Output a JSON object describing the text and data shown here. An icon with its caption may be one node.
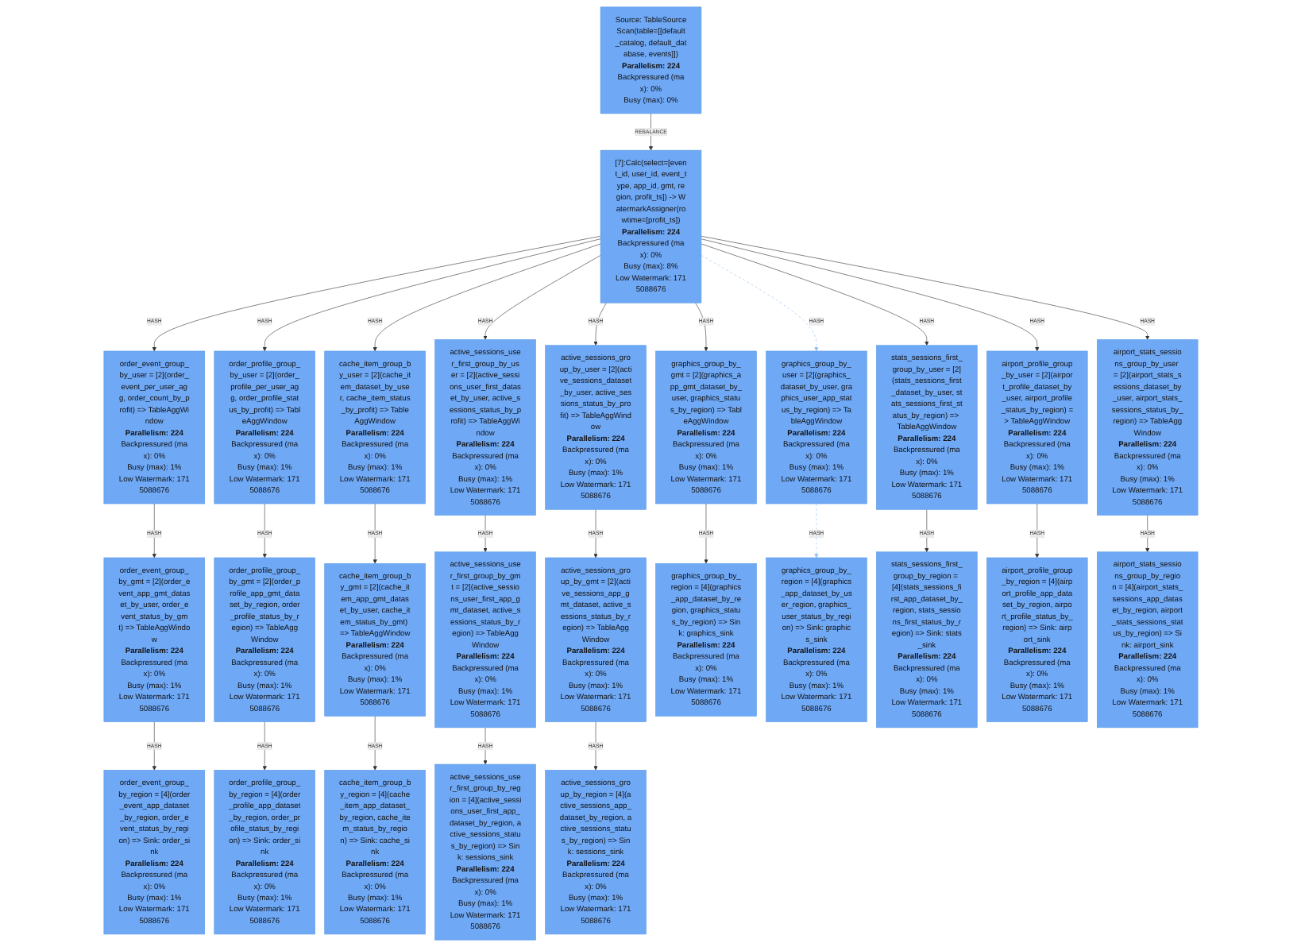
{
  "diagram": {
    "nodes": [
      {
        "text": [
          "Source: TableSourceScan(table=[[default_catalog, default_database, events]])",
          "Parallelism: 224",
          "Backpressured (max): 0%",
          "Busy (max): 0%"
        ]
      },
      {
        "text": [
          "[7]:Calc(select=[event_id, user_id, event_type, app_id, gmt, region, profit_ts]) -> WatermarkAssigner(rowtime=[profit_ts])",
          "Parallelism: 224",
          "Backpressured (max): 0%",
          "Busy (max): 8%",
          "Low Watermark: 1715088676"
        ]
      },
      {
        "text": [
          "order_event_group_by_user = [2](order_event_per_user_agg, order_count_by_profit) => TableAggWindow",
          "Parallelism: 224",
          "Backpressured (max): 0%",
          "Busy (max): 1%",
          "Low Watermark: 1715088676"
        ]
      },
      {
        "text": [
          "order_profile_group_by_user = [2](order_profile_per_user_agg, order_profile_status_by_profit) => TableAggWindow",
          "Parallelism: 224",
          "Backpressured (max): 0%",
          "Busy (max): 1%",
          "Low Watermark: 1715088676"
        ]
      },
      {
        "text": [
          "cache_item_group_by_user = [2](cache_item_dataset_by_user, cache_item_status_by_profit) => TableAggWindow",
          "Parallelism: 224",
          "Backpressured (max): 0%",
          "Busy (max): 1%",
          "Low Watermark: 1715088676"
        ]
      },
      {
        "text": [
          "active_sessions_user_first_group_by_user = [2](active_sessions_user_first_dataset_by_user, active_sessions_status_by_profit) => TableAggWindow",
          "Parallelism: 224",
          "Backpressured (max): 0%",
          "Busy (max): 1%",
          "Low Watermark: 1715088676"
        ]
      },
      {
        "text": [
          "active_sessions_group_by_user = [2](active_sessions_dataset_by_user, active_sessions_status_by_profit) => TableAggWindow",
          "Parallelism: 224",
          "Backpressured (max): 0%",
          "Busy (max): 1%",
          "Low Watermark: 1715088676"
        ]
      },
      {
        "text": [
          "graphics_group_by_gmt = [2](graphics_app_gmt_dataset_by_user, graphics_status_by_region) => TableAggWindow",
          "Parallelism: 224",
          "Backpressured (max): 0%",
          "Busy (max): 1%",
          "Low Watermark: 1715088676"
        ]
      },
      {
        "text": [
          "graphics_group_by_user = [2](graphics_dataset_by_user, graphics_user_app_status_by_region) => TableAggWindow",
          "Parallelism: 224",
          "Backpressured (max): 0%",
          "Busy (max): 1%",
          "Low Watermark: 1715088676"
        ]
      },
      {
        "text": [
          "stats_sessions_first_group_by_user = [2](stats_sessions_first_dataset_by_user, stats_sessions_first_status_by_region) => TableAggWindow",
          "Parallelism: 224",
          "Backpressured (max): 0%",
          "Busy (max): 1%",
          "Low Watermark: 1715088676"
        ]
      },
      {
        "text": [
          "airport_profile_group_by_user = [2](airport_profile_dataset_by_user, airport_profile_status_by_region) => TableAggWindow",
          "Parallelism: 224",
          "Backpressured (max): 0%",
          "Busy (max): 1%",
          "Low Watermark: 1715088676"
        ]
      },
      {
        "text": [
          "airport_stats_sessions_group_by_user = [2](airport_stats_sessions_dataset_by_user, airport_stats_sessions_status_by_region) => TableAggWindow",
          "Parallelism: 224",
          "Backpressured (max): 0%",
          "Busy (max): 1%",
          "Low Watermark: 1715088676"
        ]
      },
      {
        "text": [
          "order_event_group_by_gmt = [2](order_event_app_gmt_dataset_by_user, order_event_status_by_gmt) => TableAggWindow",
          "Parallelism: 224",
          "Backpressured (max): 0%",
          "Busy (max): 1%",
          "Low Watermark: 1715088676"
        ]
      },
      {
        "text": [
          "order_profile_group_by_gmt = [2](order_profile_app_gmt_dataset_by_region, order_profile_status_by_region) => TableAggWindow",
          "Parallelism: 224",
          "Backpressured (max): 0%",
          "Busy (max): 1%",
          "Low Watermark: 1715088676"
        ]
      },
      {
        "text": [
          "cache_item_group_by_gmt = [2](cache_item_app_gmt_dataset_by_user, cache_item_status_by_gmt) => TableAggWindow",
          "Parallelism: 224",
          "Backpressured (max): 0%",
          "Busy (max): 1%",
          "Low Watermark: 1715088676"
        ]
      },
      {
        "text": [
          "active_sessions_user_first_group_by_gmt = [2](active_sessions_user_first_app_gmt_dataset, active_sessions_status_by_region) => TableAggWindow",
          "Parallelism: 224",
          "Backpressured (max): 0%",
          "Busy (max): 1%",
          "Low Watermark: 1715088676"
        ]
      },
      {
        "text": [
          "active_sessions_group_by_gmt = [2](active_sessions_app_gmt_dataset, active_sessions_status_by_region) => TableAggWindow",
          "Parallelism: 224",
          "Backpressured (max): 0%",
          "Busy (max): 1%",
          "Low Watermark: 1715088676"
        ]
      },
      {
        "text": [
          "graphics_group_by_region = [4](graphics_app_dataset_by_region, graphics_status_by_region) => Sink: graphics_sink",
          "Parallelism: 224",
          "Backpressured (max): 0%",
          "Busy (max): 1%",
          "Low Watermark: 1715088676"
        ]
      },
      {
        "text": [
          "graphics_group_by_region = [4](graphics_app_dataset_by_user_region, graphics_user_status_by_region) => Sink: graphics_sink",
          "Parallelism: 224",
          "Backpressured (max): 0%",
          "Busy (max): 1%",
          "Low Watermark: 1715088676"
        ]
      },
      {
        "text": [
          "stats_sessions_first_group_by_region = [4](stats_sessions_first_app_dataset_by_region, stats_sessions_first_status_by_region) => Sink: stats_sink",
          "Parallelism: 224",
          "Backpressured (max): 0%",
          "Busy (max): 1%",
          "Low Watermark: 1715088676"
        ]
      },
      {
        "text": [
          "airport_profile_group_by_region = [4](airport_profile_app_dataset_by_region, airport_profile_status_by_region) => Sink: airport_sink",
          "Parallelism: 224",
          "Backpressured (max): 0%",
          "Busy (max): 1%",
          "Low Watermark: 1715088676"
        ]
      },
      {
        "text": [
          "airport_stats_sessions_group_by_region = [4](airport_stats_sessions_app_dataset_by_region, airport_stats_sessions_status_by_region) => Sink: airport_sink",
          "Parallelism: 224",
          "Backpressured (max): 0%",
          "Busy (max): 1%",
          "Low Watermark: 1715088676"
        ]
      },
      {
        "text": [
          "order_event_group_by_region = [4](order_event_app_dataset_by_region, order_event_status_by_region) => Sink: order_sink",
          "Parallelism: 224",
          "Backpressured (max): 0%",
          "Busy (max): 1%",
          "Low Watermark: 1715088676"
        ]
      },
      {
        "text": [
          "order_profile_group_by_region = [4](order_profile_app_dataset_by_region, order_profile_status_by_region) => Sink: order_sink",
          "Parallelism: 224",
          "Backpressured (max): 0%",
          "Busy (max): 1%",
          "Low Watermark: 1715088676"
        ]
      },
      {
        "text": [
          "cache_item_group_by_region = [4](cache_item_app_dataset_by_region, cache_item_status_by_region) => Sink: cache_sink",
          "Parallelism: 224",
          "Backpressured (max): 0%",
          "Busy (max): 1%",
          "Low Watermark: 1715088676"
        ]
      },
      {
        "text": [
          "active_sessions_user_first_group_by_region = [4](active_sessions_user_first_app_dataset_by_region, active_sessions_status_by_region) => Sink: sessions_sink",
          "Parallelism: 224",
          "Backpressured (max): 0%",
          "Busy (max): 1%",
          "Low Watermark: 1715088676"
        ]
      },
      {
        "text": [
          "active_sessions_group_by_region = [4](active_sessions_app_dataset_by_region, active_sessions_status_by_region) => Sink: sessions_sink",
          "Parallelism: 224",
          "Backpressured (max): 0%",
          "Busy (max): 1%",
          "Low Watermark: 1715088676"
        ]
      }
    ],
    "edges": [
      {
        "from": 0,
        "to": 1,
        "arrow": "to",
        "label": "REBALANCE"
      },
      {
        "from": 1,
        "to": 2,
        "arrow": "to",
        "label": "HASH"
      },
      {
        "from": 1,
        "to": 3,
        "arrow": "to",
        "label": "HASH"
      },
      {
        "from": 1,
        "to": 4,
        "arrow": "to",
        "label": "HASH"
      },
      {
        "from": 1,
        "to": 5,
        "arrow": "to",
        "label": "HASH"
      },
      {
        "from": 1,
        "to": 6,
        "arrow": "to",
        "label": "HASH"
      },
      {
        "from": 1,
        "to": 7,
        "arrow": "to",
        "label": "HASH"
      },
      {
        "from": 1,
        "to": 8,
        "arrow": "to",
        "label": "HASH",
        "style": "dashed",
        "color": "#8ec1f5"
      },
      {
        "from": 1,
        "to": 9,
        "arrow": "to",
        "label": "HASH"
      },
      {
        "from": 1,
        "to": 10,
        "arrow": "to",
        "label": "HASH"
      },
      {
        "from": 1,
        "to": 11,
        "arrow": "to",
        "label": "HASH"
      },
      {
        "from": 2,
        "to": 12,
        "arrow": "to",
        "label": "HASH"
      },
      {
        "from": 3,
        "to": 13,
        "arrow": "to",
        "label": "HASH"
      },
      {
        "from": 4,
        "to": 14,
        "arrow": "to",
        "label": "HASH"
      },
      {
        "from": 5,
        "to": 15,
        "arrow": "to",
        "label": "HASH"
      },
      {
        "from": 6,
        "to": 16,
        "arrow": "to",
        "label": "HASH"
      },
      {
        "from": 7,
        "to": 17,
        "arrow": "to",
        "label": "HASH"
      },
      {
        "from": 8,
        "to": 18,
        "arrow": "to",
        "label": "HASH",
        "style": "dashed",
        "color": "#8ec1f5"
      },
      {
        "from": 9,
        "to": 19,
        "arrow": "to",
        "label": "HASH"
      },
      {
        "from": 10,
        "to": 20,
        "arrow": "to",
        "label": "HASH"
      },
      {
        "from": 11,
        "to": 21,
        "arrow": "to",
        "label": "HASH"
      },
      {
        "from": 12,
        "to": 22,
        "arrow": "to",
        "label": "HASH"
      },
      {
        "from": 13,
        "to": 23,
        "arrow": "to",
        "label": "HASH"
      },
      {
        "from": 14,
        "to": 24,
        "arrow": "to",
        "label": "HASH"
      },
      {
        "from": 15,
        "to": 25,
        "arrow": "to",
        "label": "HASH"
      },
      {
        "from": 16,
        "to": 26,
        "arrow": "to",
        "label": "HASH"
      }
    ]
  }
}
